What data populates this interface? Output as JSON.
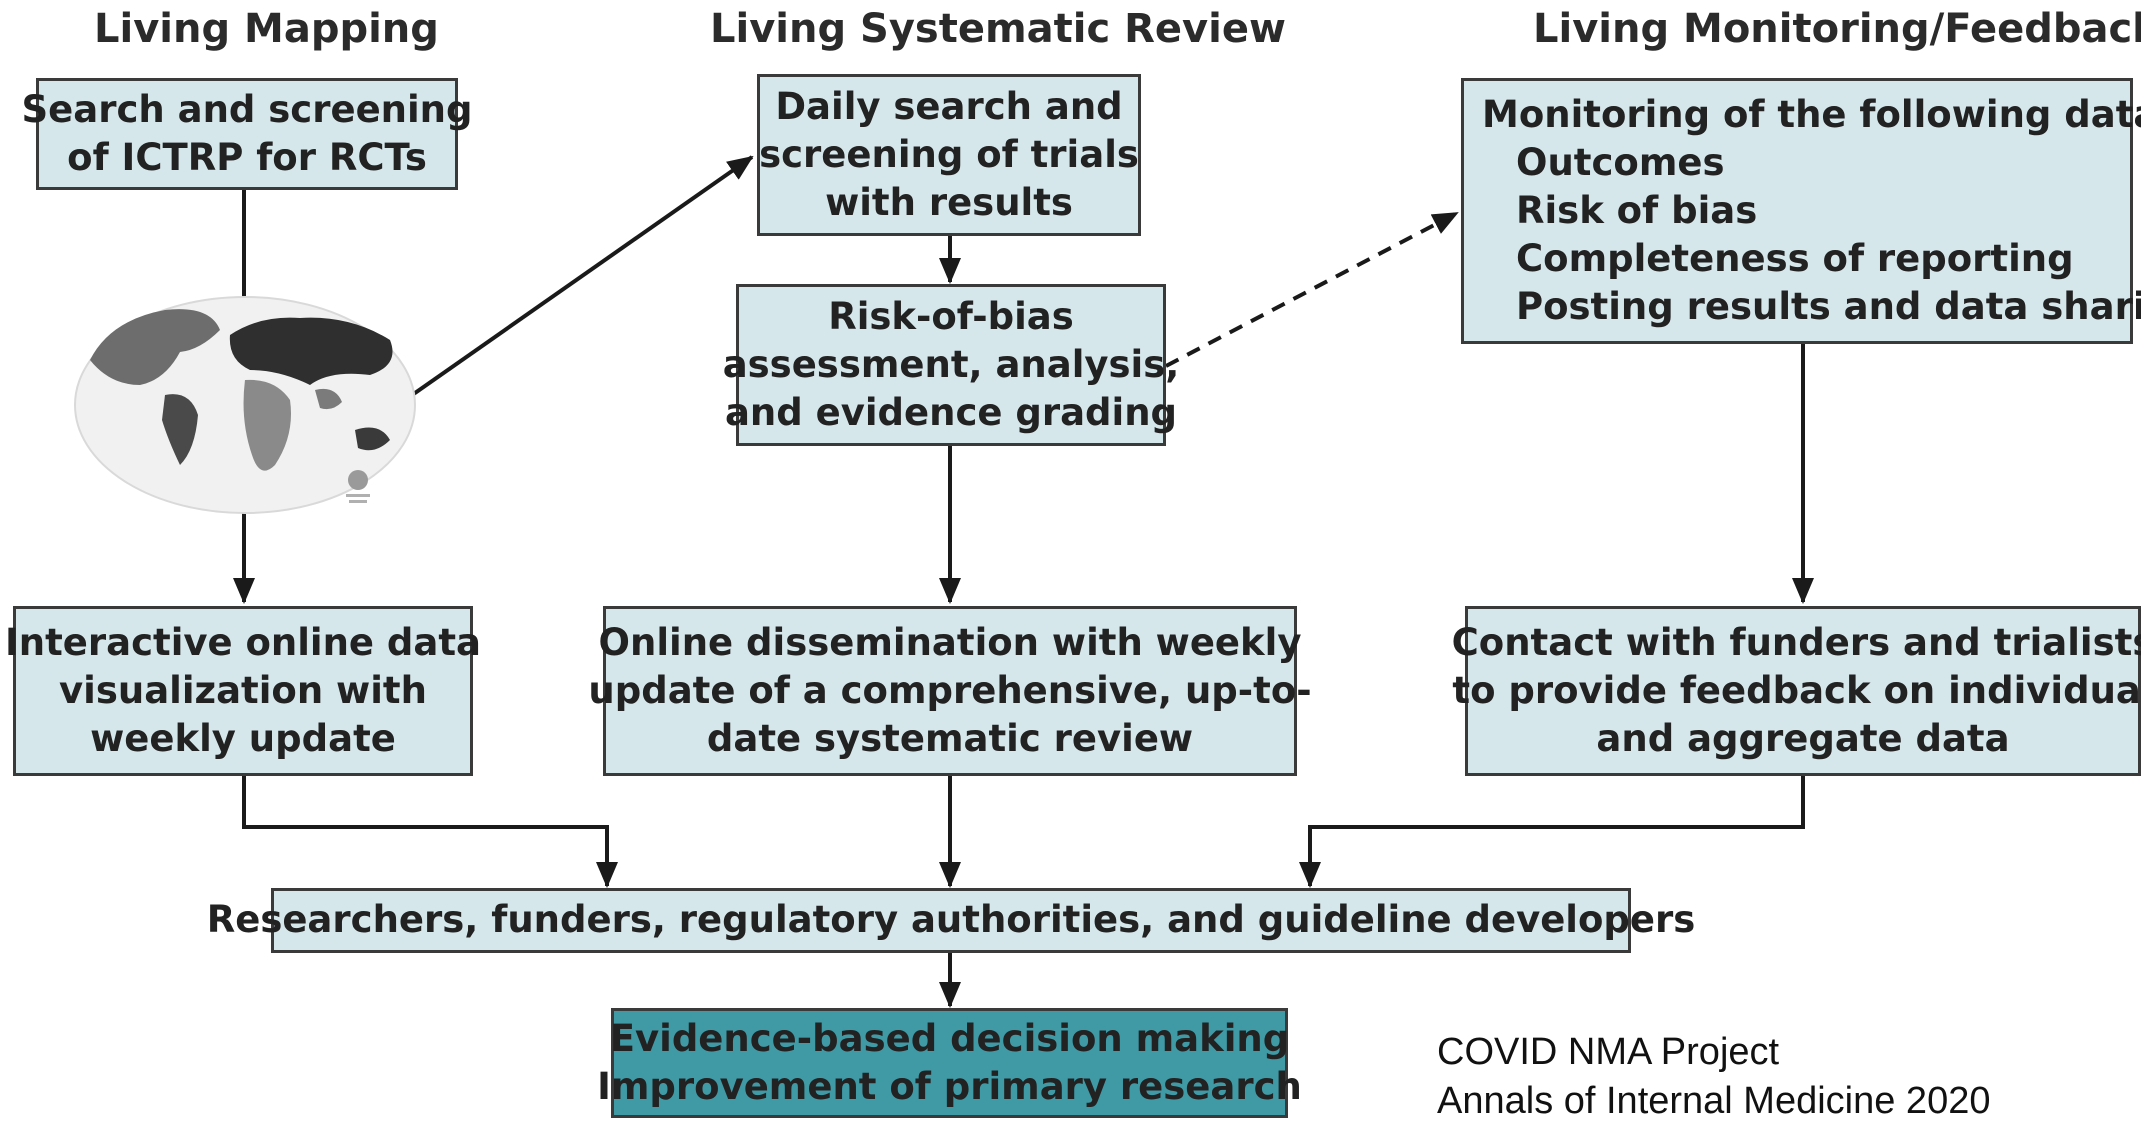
{
  "columns": {
    "mapping": "Living Mapping",
    "review": "Living Systematic Review",
    "monitoring": "Living Monitoring/Feedback"
  },
  "boxes": {
    "search_ictrp": [
      "Search and screening",
      "of ICTRP for RCTs"
    ],
    "daily_search": [
      "Daily search and",
      "screening of trials",
      "with results"
    ],
    "risk_of_bias": [
      "Risk-of-bias",
      "assessment, analysis,",
      "and evidence grading"
    ],
    "monitoring": {
      "heading": "Monitoring of the following data:",
      "items": [
        "Outcomes",
        "Risk of bias",
        "Completeness of reporting",
        "Posting results and data sharing"
      ]
    },
    "interactive_viz": [
      "Interactive online data",
      "visualization with",
      "weekly update"
    ],
    "online_dissemination": [
      "Online dissemination with weekly",
      "update of a comprehensive, up-to-",
      "date systematic review"
    ],
    "contact_funders": [
      "Contact with funders and trialists",
      "to provide feedback on individual",
      "and aggregate data"
    ],
    "stakeholders": "Researchers, funders, regulatory authorities, and guideline developers",
    "decision_making": [
      "Evidence-based decision making",
      "Improvement of primary research"
    ]
  },
  "citation": [
    "COVID NMA Project",
    "Annals of Internal Medicine 2020"
  ],
  "colors": {
    "box_fill": "#d6e7ec",
    "final_box_fill": "#3f9aa6",
    "border": "#3a3a3a"
  }
}
